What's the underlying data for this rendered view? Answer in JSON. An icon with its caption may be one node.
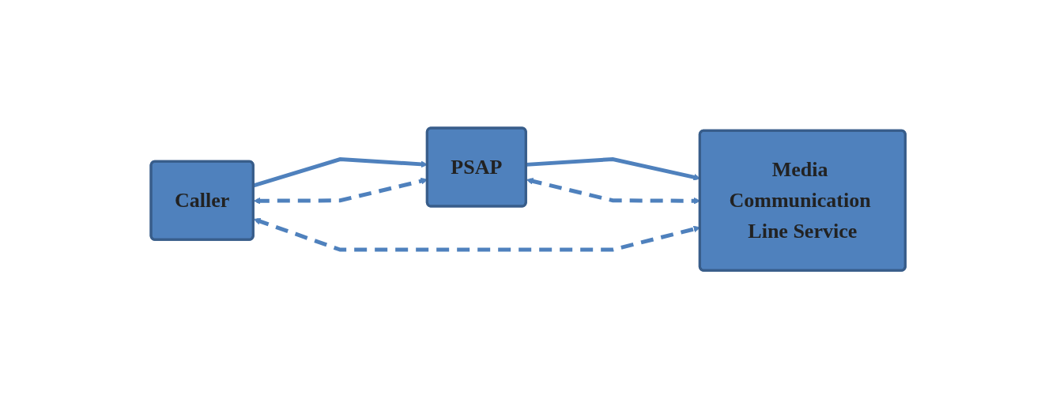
{
  "diagram": {
    "nodes": [
      {
        "text": [
          "Caller"
        ]
      },
      {
        "text": [
          "PSAP"
        ]
      },
      {
        "text": [
          "Media Communication Line Service"
        ]
      }
    ],
    "edges": [
      {
        "from": 0,
        "to": 1,
        "arrow": "to"
      },
      {
        "from": 0,
        "to": 1,
        "arrow": "both",
        "style": "dashed"
      },
      {
        "from": 1,
        "to": 2,
        "arrow": "to"
      },
      {
        "from": 0,
        "to": 2,
        "arrow": "both",
        "style": "dashed"
      },
      {
        "from": 1,
        "to": 2,
        "arrow": "both",
        "style": "dashed"
      }
    ]
  }
}
